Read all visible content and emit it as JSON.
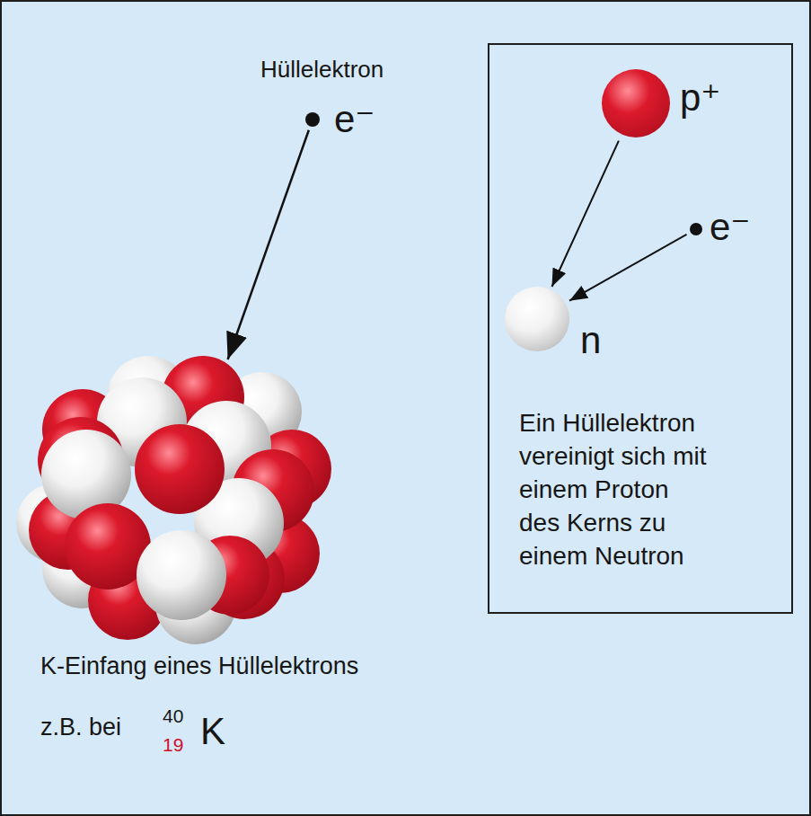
{
  "diagram": {
    "nodes": [
      {
        "text": [
          "Hüllelektron",
          "e⁻"
        ]
      },
      {
        "text": [
          "K-Einfang eines Hüllelektrons"
        ]
      },
      {
        "text": [
          "Ein Hüllelektron vereinigt sich mit einem Proton des Kerns zu einem Neutron"
        ]
      },
      {
        "text": [
          "p⁺"
        ],
        "in": 2
      },
      {
        "text": [
          "e⁻"
        ],
        "in": 2
      },
      {
        "text": [
          "n"
        ],
        "in": 2
      }
    ],
    "edges": [
      {
        "from": 0,
        "to": 1,
        "arrow": "to"
      },
      {
        "from": 3,
        "to": 5,
        "arrow": "to"
      },
      {
        "from": 4,
        "to": 5,
        "arrow": "to"
      }
    ],
    "labels": [
      "z.B. bei",
      "40",
      "19",
      "K"
    ]
  }
}
